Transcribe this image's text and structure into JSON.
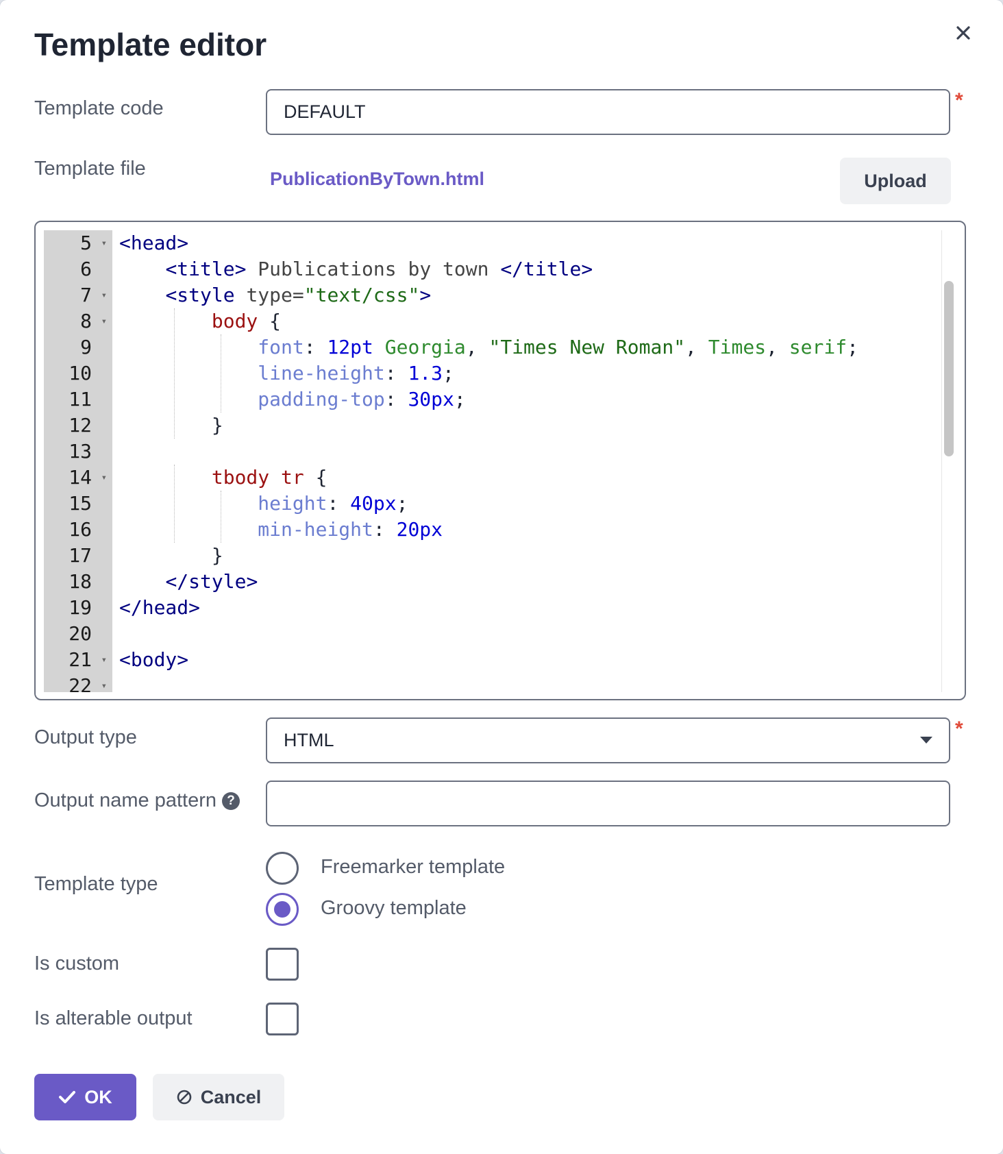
{
  "dialog": {
    "title": "Template editor",
    "close_icon": "close-icon"
  },
  "form": {
    "template_code": {
      "label": "Template code",
      "value": "DEFAULT",
      "required_mark": "*"
    },
    "template_file": {
      "label": "Template file",
      "file_name": "PublicationByTown.html",
      "upload_label": "Upload"
    },
    "output_type": {
      "label": "Output type",
      "value": "HTML",
      "required_mark": "*"
    },
    "output_name_pattern": {
      "label": "Output name pattern",
      "value": "",
      "help_icon": "help-circle-icon",
      "help_glyph": "?"
    },
    "template_type": {
      "label": "Template type",
      "options": [
        {
          "label": "Freemarker template",
          "checked": false
        },
        {
          "label": "Groovy template",
          "checked": true
        }
      ]
    },
    "is_custom": {
      "label": "Is custom",
      "checked": false
    },
    "is_alterable_output": {
      "label": "Is alterable output",
      "checked": false
    }
  },
  "editor": {
    "line_numbers": [
      "5",
      "6",
      "7",
      "8",
      "9",
      "10",
      "11",
      "12",
      "13",
      "14",
      "15",
      "16",
      "17",
      "18",
      "19",
      "20",
      "21",
      "22"
    ],
    "foldable_lines": [
      "5",
      "7",
      "8",
      "14",
      "21",
      "22"
    ],
    "lines": [
      [
        {
          "t": "<head>",
          "c": "tag"
        }
      ],
      [
        {
          "t": "    "
        },
        {
          "t": "<title>",
          "c": "tag"
        },
        {
          "t": " Publications by town ",
          "c": "attr"
        },
        {
          "t": "</title>",
          "c": "tag"
        }
      ],
      [
        {
          "t": "    "
        },
        {
          "t": "<style",
          "c": "tag"
        },
        {
          "t": " type=",
          "c": "attr"
        },
        {
          "t": "\"text/css\"",
          "c": "str"
        },
        {
          "t": ">",
          "c": "tag"
        }
      ],
      [
        {
          "t": "        "
        },
        {
          "t": "body",
          "c": "sel"
        },
        {
          "t": " {",
          "c": "punc"
        }
      ],
      [
        {
          "t": "            "
        },
        {
          "t": "font",
          "c": "prop"
        },
        {
          "t": ": ",
          "c": "punc"
        },
        {
          "t": "12pt",
          "c": "num"
        },
        {
          "t": " Georgia",
          "c": "val"
        },
        {
          "t": ", ",
          "c": "punc"
        },
        {
          "t": "\"Times New Roman\"",
          "c": "str"
        },
        {
          "t": ", ",
          "c": "punc"
        },
        {
          "t": "Times",
          "c": "val"
        },
        {
          "t": ", ",
          "c": "punc"
        },
        {
          "t": "serif",
          "c": "val"
        },
        {
          "t": ";",
          "c": "punc"
        }
      ],
      [
        {
          "t": "            "
        },
        {
          "t": "line-height",
          "c": "prop"
        },
        {
          "t": ": ",
          "c": "punc"
        },
        {
          "t": "1.3",
          "c": "num"
        },
        {
          "t": ";",
          "c": "punc"
        }
      ],
      [
        {
          "t": "            "
        },
        {
          "t": "padding-top",
          "c": "prop"
        },
        {
          "t": ": ",
          "c": "punc"
        },
        {
          "t": "30px",
          "c": "num"
        },
        {
          "t": ";",
          "c": "punc"
        }
      ],
      [
        {
          "t": "        "
        },
        {
          "t": "}",
          "c": "punc"
        }
      ],
      [
        {
          "t": ""
        }
      ],
      [
        {
          "t": "        "
        },
        {
          "t": "tbody",
          "c": "sel"
        },
        {
          "t": " "
        },
        {
          "t": "tr",
          "c": "sel"
        },
        {
          "t": " {",
          "c": "punc"
        }
      ],
      [
        {
          "t": "            "
        },
        {
          "t": "height",
          "c": "prop"
        },
        {
          "t": ": ",
          "c": "punc"
        },
        {
          "t": "40px",
          "c": "num"
        },
        {
          "t": ";",
          "c": "punc"
        }
      ],
      [
        {
          "t": "            "
        },
        {
          "t": "min-height",
          "c": "prop"
        },
        {
          "t": ": ",
          "c": "punc"
        },
        {
          "t": "20px",
          "c": "num"
        }
      ],
      [
        {
          "t": "        "
        },
        {
          "t": "}",
          "c": "punc"
        }
      ],
      [
        {
          "t": "    "
        },
        {
          "t": "</style>",
          "c": "tag"
        }
      ],
      [
        {
          "t": "</head>",
          "c": "tag"
        }
      ],
      [
        {
          "t": ""
        }
      ],
      [
        {
          "t": "<body>",
          "c": "tag"
        }
      ],
      [
        {
          "t": ""
        }
      ]
    ]
  },
  "actions": {
    "ok_label": "OK",
    "ok_icon": "check-icon",
    "cancel_label": "Cancel",
    "cancel_icon": "ban-icon"
  },
  "colors": {
    "accent": "#6a5ac6",
    "required": "#e04b3a",
    "text": "#1f2533",
    "label": "#545b69"
  }
}
